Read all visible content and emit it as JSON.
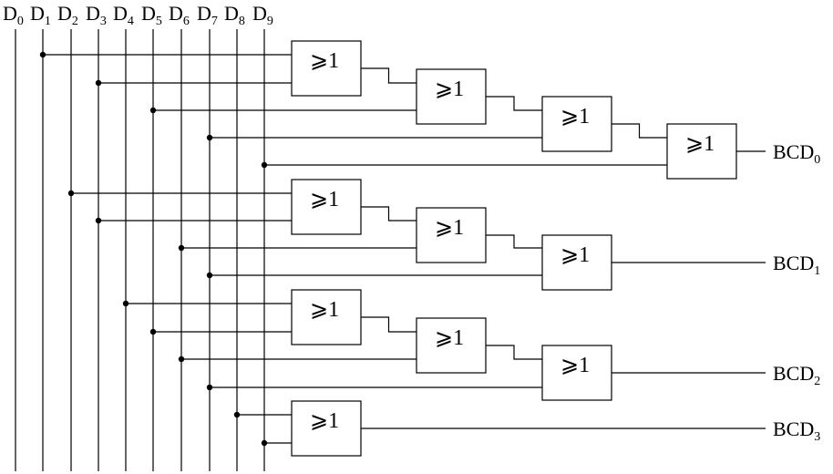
{
  "inputs": [
    {
      "base": "D",
      "sub": "0"
    },
    {
      "base": "D",
      "sub": "1"
    },
    {
      "base": "D",
      "sub": "2"
    },
    {
      "base": "D",
      "sub": "3"
    },
    {
      "base": "D",
      "sub": "4"
    },
    {
      "base": "D",
      "sub": "5"
    },
    {
      "base": "D",
      "sub": "6"
    },
    {
      "base": "D",
      "sub": "7"
    },
    {
      "base": "D",
      "sub": "8"
    },
    {
      "base": "D",
      "sub": "9"
    }
  ],
  "gate_symbol": "⩾1",
  "outputs": [
    {
      "base": "BCD",
      "sub": "0"
    },
    {
      "base": "BCD",
      "sub": "1"
    },
    {
      "base": "BCD",
      "sub": "2"
    },
    {
      "base": "BCD",
      "sub": "3"
    }
  ],
  "logic": [
    {
      "output": "BCD0",
      "inputs": [
        "D1",
        "D3",
        "D5",
        "D7",
        "D9"
      ]
    },
    {
      "output": "BCD1",
      "inputs": [
        "D2",
        "D3",
        "D6",
        "D7"
      ]
    },
    {
      "output": "BCD2",
      "inputs": [
        "D4",
        "D5",
        "D6",
        "D7"
      ]
    },
    {
      "output": "BCD3",
      "inputs": [
        "D8",
        "D9"
      ]
    }
  ],
  "colors": {
    "line": "#000000",
    "background": "#ffffff"
  }
}
